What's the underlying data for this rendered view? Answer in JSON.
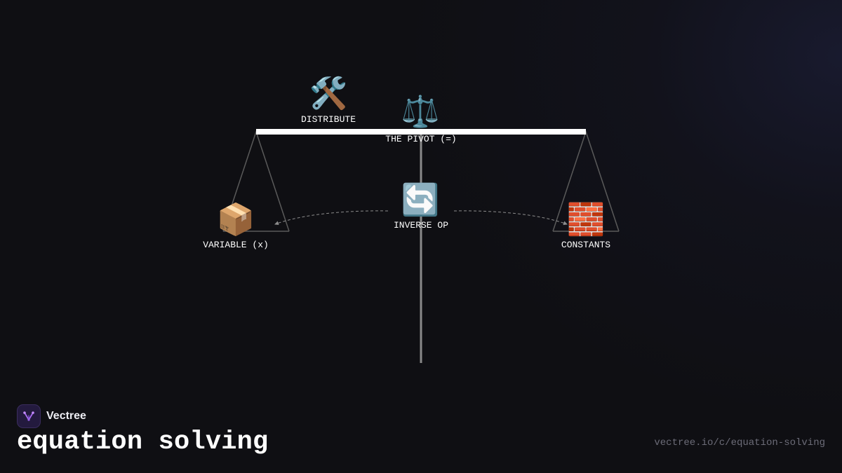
{
  "diagram": {
    "nodes": {
      "distribute": {
        "icon": "🛠️",
        "icon_name": "hammer-and-wrench-icon",
        "label": "DISTRIBUTE"
      },
      "pivot": {
        "icon": "⚖️",
        "icon_name": "balance-scale-icon",
        "label": "THE PIVOT (=)"
      },
      "inverse_op": {
        "icon": "🔄",
        "icon_name": "counterclockwise-arrows-icon",
        "label": "INVERSE OP"
      },
      "variable": {
        "icon": "📦",
        "icon_name": "package-icon",
        "label": "VARIABLE (x)"
      },
      "constants": {
        "icon": "🧱",
        "icon_name": "brick-icon",
        "label": "CONSTANTS"
      }
    },
    "colors": {
      "beam": "#ffffff",
      "post": "#8a8a8a",
      "pan_lines": "#5a5a5a",
      "arc": "#8c8c8c",
      "background": "#0f0f13"
    }
  },
  "footer": {
    "brand_name": "Vectree",
    "title": "equation solving",
    "url": "vectree.io/c/equation-solving"
  }
}
